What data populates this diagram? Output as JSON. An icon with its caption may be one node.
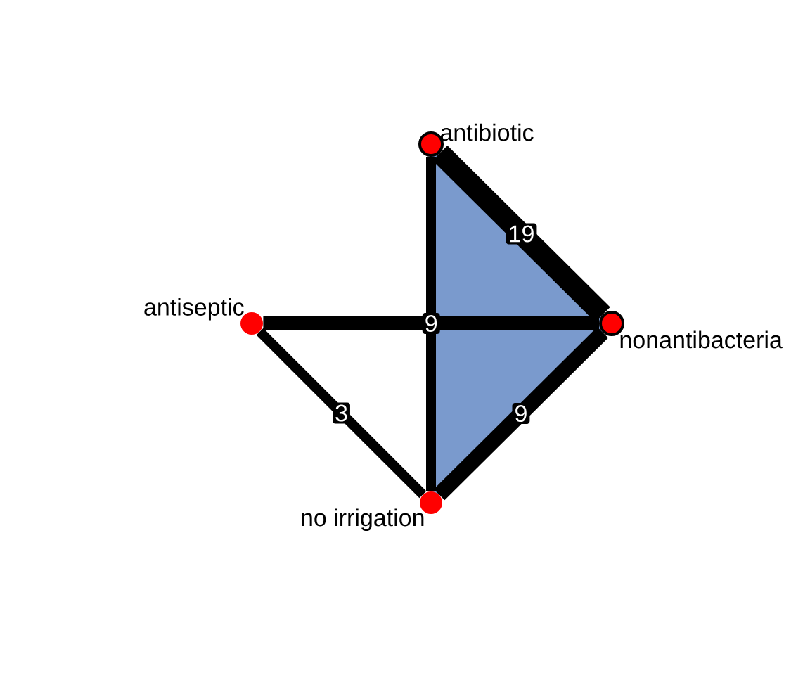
{
  "diagram": {
    "nodes": [
      {
        "text": [
          "antibiotic"
        ]
      },
      {
        "text": [
          "antiseptic"
        ]
      },
      {
        "text": [
          "nonantibacteria"
        ]
      },
      {
        "text": [
          "no irrigation"
        ]
      }
    ],
    "edges": [
      {
        "from": 0,
        "to": 2,
        "arrow": "none",
        "label": "19"
      },
      {
        "from": 0,
        "to": 3,
        "arrow": "none"
      },
      {
        "from": 1,
        "to": 2,
        "arrow": "none",
        "label": "9"
      },
      {
        "from": 1,
        "to": 3,
        "arrow": "none",
        "label": "3"
      },
      {
        "from": 3,
        "to": 2,
        "arrow": "none",
        "label": "9"
      }
    ]
  }
}
